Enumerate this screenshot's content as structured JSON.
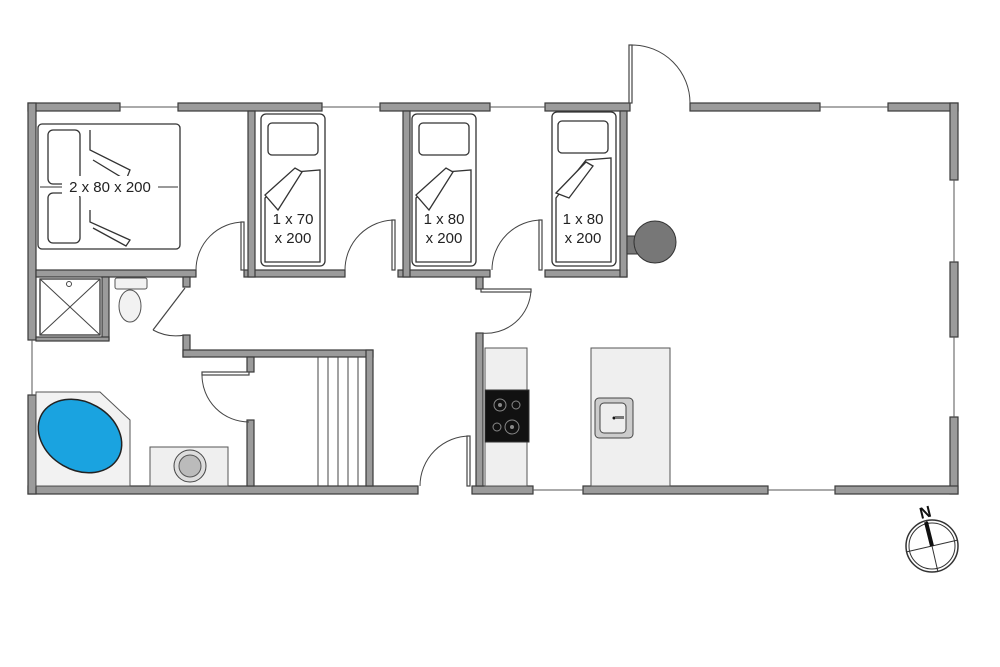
{
  "title": "Floor plan",
  "rooms": {
    "bedroom_1": {
      "bed_label": "2 x 80 x 200"
    },
    "bedroom_2": {
      "bed_label_line1": "1 x 70",
      "bed_label_line2": "x 200"
    },
    "bedroom_3": {
      "bed_label_line1": "1 x 80",
      "bed_label_line2": "x 200"
    },
    "bedroom_4": {
      "bed_label_line1": "1 x 80",
      "bed_label_line2": "x 200"
    }
  },
  "compass": {
    "label": "N"
  },
  "colors": {
    "wall": "#9b9b9b",
    "bathtub": "#1aa3e0",
    "cooktop": "#111111",
    "stove": "#777777"
  }
}
